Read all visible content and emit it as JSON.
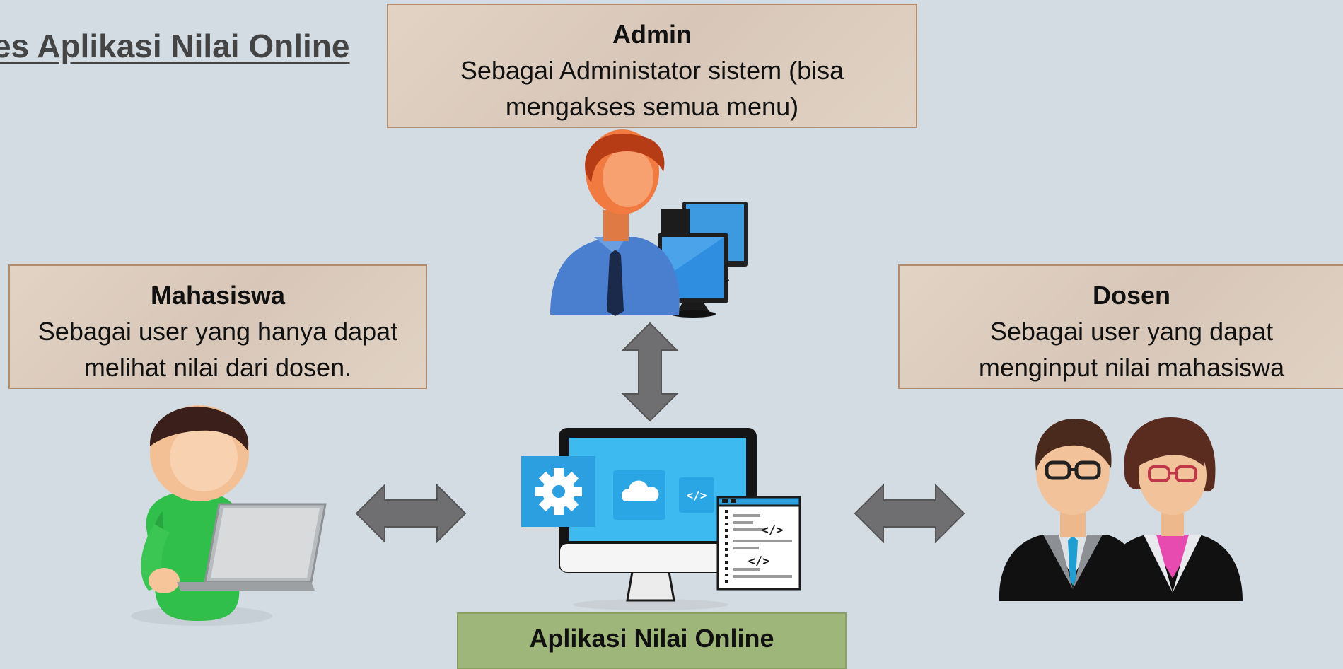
{
  "title": "es Aplikasi Nilai Online",
  "admin": {
    "role": "Admin",
    "desc_line1": "Sebagai Administator sistem (bisa",
    "desc_line2": "mengakses semua menu)"
  },
  "mahasiswa": {
    "role": "Mahasiswa",
    "desc_line1": "Sebagai user yang hanya dapat",
    "desc_line2": "melihat nilai dari dosen."
  },
  "dosen": {
    "role": "Dosen",
    "desc_line1": "Sebagai user yang dapat",
    "desc_line2": "menginput nilai mahasiswa"
  },
  "app": {
    "label": "Aplikasi Nilai Online"
  },
  "icons": {
    "admin": "admin-with-computers-icon",
    "student": "student-with-laptop-icon",
    "lecturers": "lecturers-pair-icon",
    "app": "web-application-monitor-icon",
    "arrows": "double-headed-arrow-icon"
  },
  "colors": {
    "background": "#d3dbe3",
    "box": "#ddcdbe",
    "box_border": "#b48c6c",
    "app_label": "#9fb67a",
    "arrow": "#6f6f71"
  }
}
